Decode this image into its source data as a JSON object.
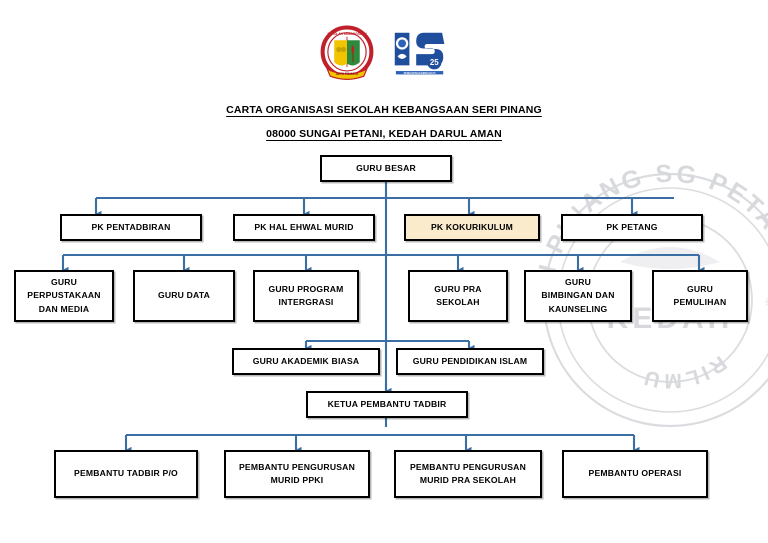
{
  "document": {
    "title_line_1": "CARTA ORGANISASI SEKOLAH KEBANGSAAN SERI PINANG",
    "title_line_2": "08000 SUNGAI PETANI, KEDAH DARUL AMAN"
  },
  "logos": [
    {
      "name": "school-crest-logo",
      "alt": "Sekolah Kebangsaan Seri Pinang crest"
    },
    {
      "name": "is-25-logo",
      "alt": "IS 25 certification logo"
    }
  ],
  "watermark": {
    "outer_text": "SERI PINANG SG PETANI",
    "inner_text": "KEDAH",
    "lower_text": "RILMU"
  },
  "colors": {
    "connector": "#3a6ea5",
    "box_border": "#000000",
    "box_fill": "#ffffff",
    "highlight_fill": "#faebcd",
    "text": "#000000"
  },
  "chart_data": {
    "type": "diagram",
    "subtype": "organizational-chart",
    "title": "CARTA ORGANISASI SEKOLAH KEBANGSAAN SERI PINANG",
    "nodes": [
      {
        "id": "guru-besar",
        "label": "GURU BESAR",
        "level": 0,
        "highlight": false
      },
      {
        "id": "pk-pentadbiran",
        "label": "PK PENTADBIRAN",
        "level": 1,
        "highlight": false
      },
      {
        "id": "pk-hal-ehwal-murid",
        "label": "PK HAL EHWAL MURID",
        "level": 1,
        "highlight": false
      },
      {
        "id": "pk-kokurikulum",
        "label": "PK KOKURIKULUM",
        "level": 1,
        "highlight": true
      },
      {
        "id": "pk-petang",
        "label": "PK PETANG",
        "level": 1,
        "highlight": false
      },
      {
        "id": "guru-perpustakaan-dan-media",
        "label": "GURU\nPERPUSTAKAAN\nDAN MEDIA",
        "level": 2,
        "highlight": false
      },
      {
        "id": "guru-data",
        "label": "GURU DATA",
        "level": 2,
        "highlight": false
      },
      {
        "id": "guru-program-intergrasi",
        "label": "GURU PROGRAM\nINTERGRASI",
        "level": 2,
        "highlight": false
      },
      {
        "id": "guru-pra-sekolah",
        "label": "GURU PRA\nSEKOLAH",
        "level": 2,
        "highlight": false
      },
      {
        "id": "guru-bimbingan-dan-kaunseling",
        "label": "GURU\nBIMBINGAN DAN\nKAUNSELING",
        "level": 2,
        "highlight": false
      },
      {
        "id": "guru-pemulihan",
        "label": "GURU\nPEMULIHAN",
        "level": 2,
        "highlight": false
      },
      {
        "id": "guru-akademik-biasa",
        "label": "GURU AKADEMIK BIASA",
        "level": 3,
        "highlight": false
      },
      {
        "id": "guru-pendidikan-islam",
        "label": "GURU PENDIDIKAN ISLAM",
        "level": 3,
        "highlight": false
      },
      {
        "id": "ketua-pembantu-tadbir",
        "label": "KETUA PEMBANTU TADBIR",
        "level": 4,
        "highlight": false
      },
      {
        "id": "pembantu-tadbir-po",
        "label": "PEMBANTU TADBIR P/O",
        "level": 5,
        "highlight": false
      },
      {
        "id": "pembantu-pengurusan-murid-ppki",
        "label": "PEMBANTU PENGURUSAN\nMURID PPKI",
        "level": 5,
        "highlight": false
      },
      {
        "id": "pembantu-pengurusan-murid-pra-sekolah",
        "label": "PEMBANTU PENGURUSAN\nMURID PRA SEKOLAH",
        "level": 5,
        "highlight": false
      },
      {
        "id": "pembantu-operasi",
        "label": "PEMBANTU OPERASI",
        "level": 5,
        "highlight": false
      }
    ],
    "edges": [
      {
        "from": "guru-besar",
        "to": "pk-pentadbiran"
      },
      {
        "from": "guru-besar",
        "to": "pk-hal-ehwal-murid"
      },
      {
        "from": "guru-besar",
        "to": "pk-kokurikulum"
      },
      {
        "from": "guru-besar",
        "to": "pk-petang"
      },
      {
        "from": "guru-besar",
        "to": "guru-perpustakaan-dan-media"
      },
      {
        "from": "guru-besar",
        "to": "guru-data"
      },
      {
        "from": "guru-besar",
        "to": "guru-program-intergrasi"
      },
      {
        "from": "guru-besar",
        "to": "guru-pra-sekolah"
      },
      {
        "from": "guru-besar",
        "to": "guru-bimbingan-dan-kaunseling"
      },
      {
        "from": "guru-besar",
        "to": "guru-pemulihan"
      },
      {
        "from": "guru-besar",
        "to": "guru-akademik-biasa"
      },
      {
        "from": "guru-besar",
        "to": "guru-pendidikan-islam"
      },
      {
        "from": "guru-besar",
        "to": "ketua-pembantu-tadbir"
      },
      {
        "from": "ketua-pembantu-tadbir",
        "to": "pembantu-tadbir-po"
      },
      {
        "from": "ketua-pembantu-tadbir",
        "to": "pembantu-pengurusan-murid-ppki"
      },
      {
        "from": "ketua-pembantu-tadbir",
        "to": "pembantu-pengurusan-murid-pra-sekolah"
      },
      {
        "from": "ketua-pembantu-tadbir",
        "to": "pembantu-operasi"
      }
    ]
  }
}
